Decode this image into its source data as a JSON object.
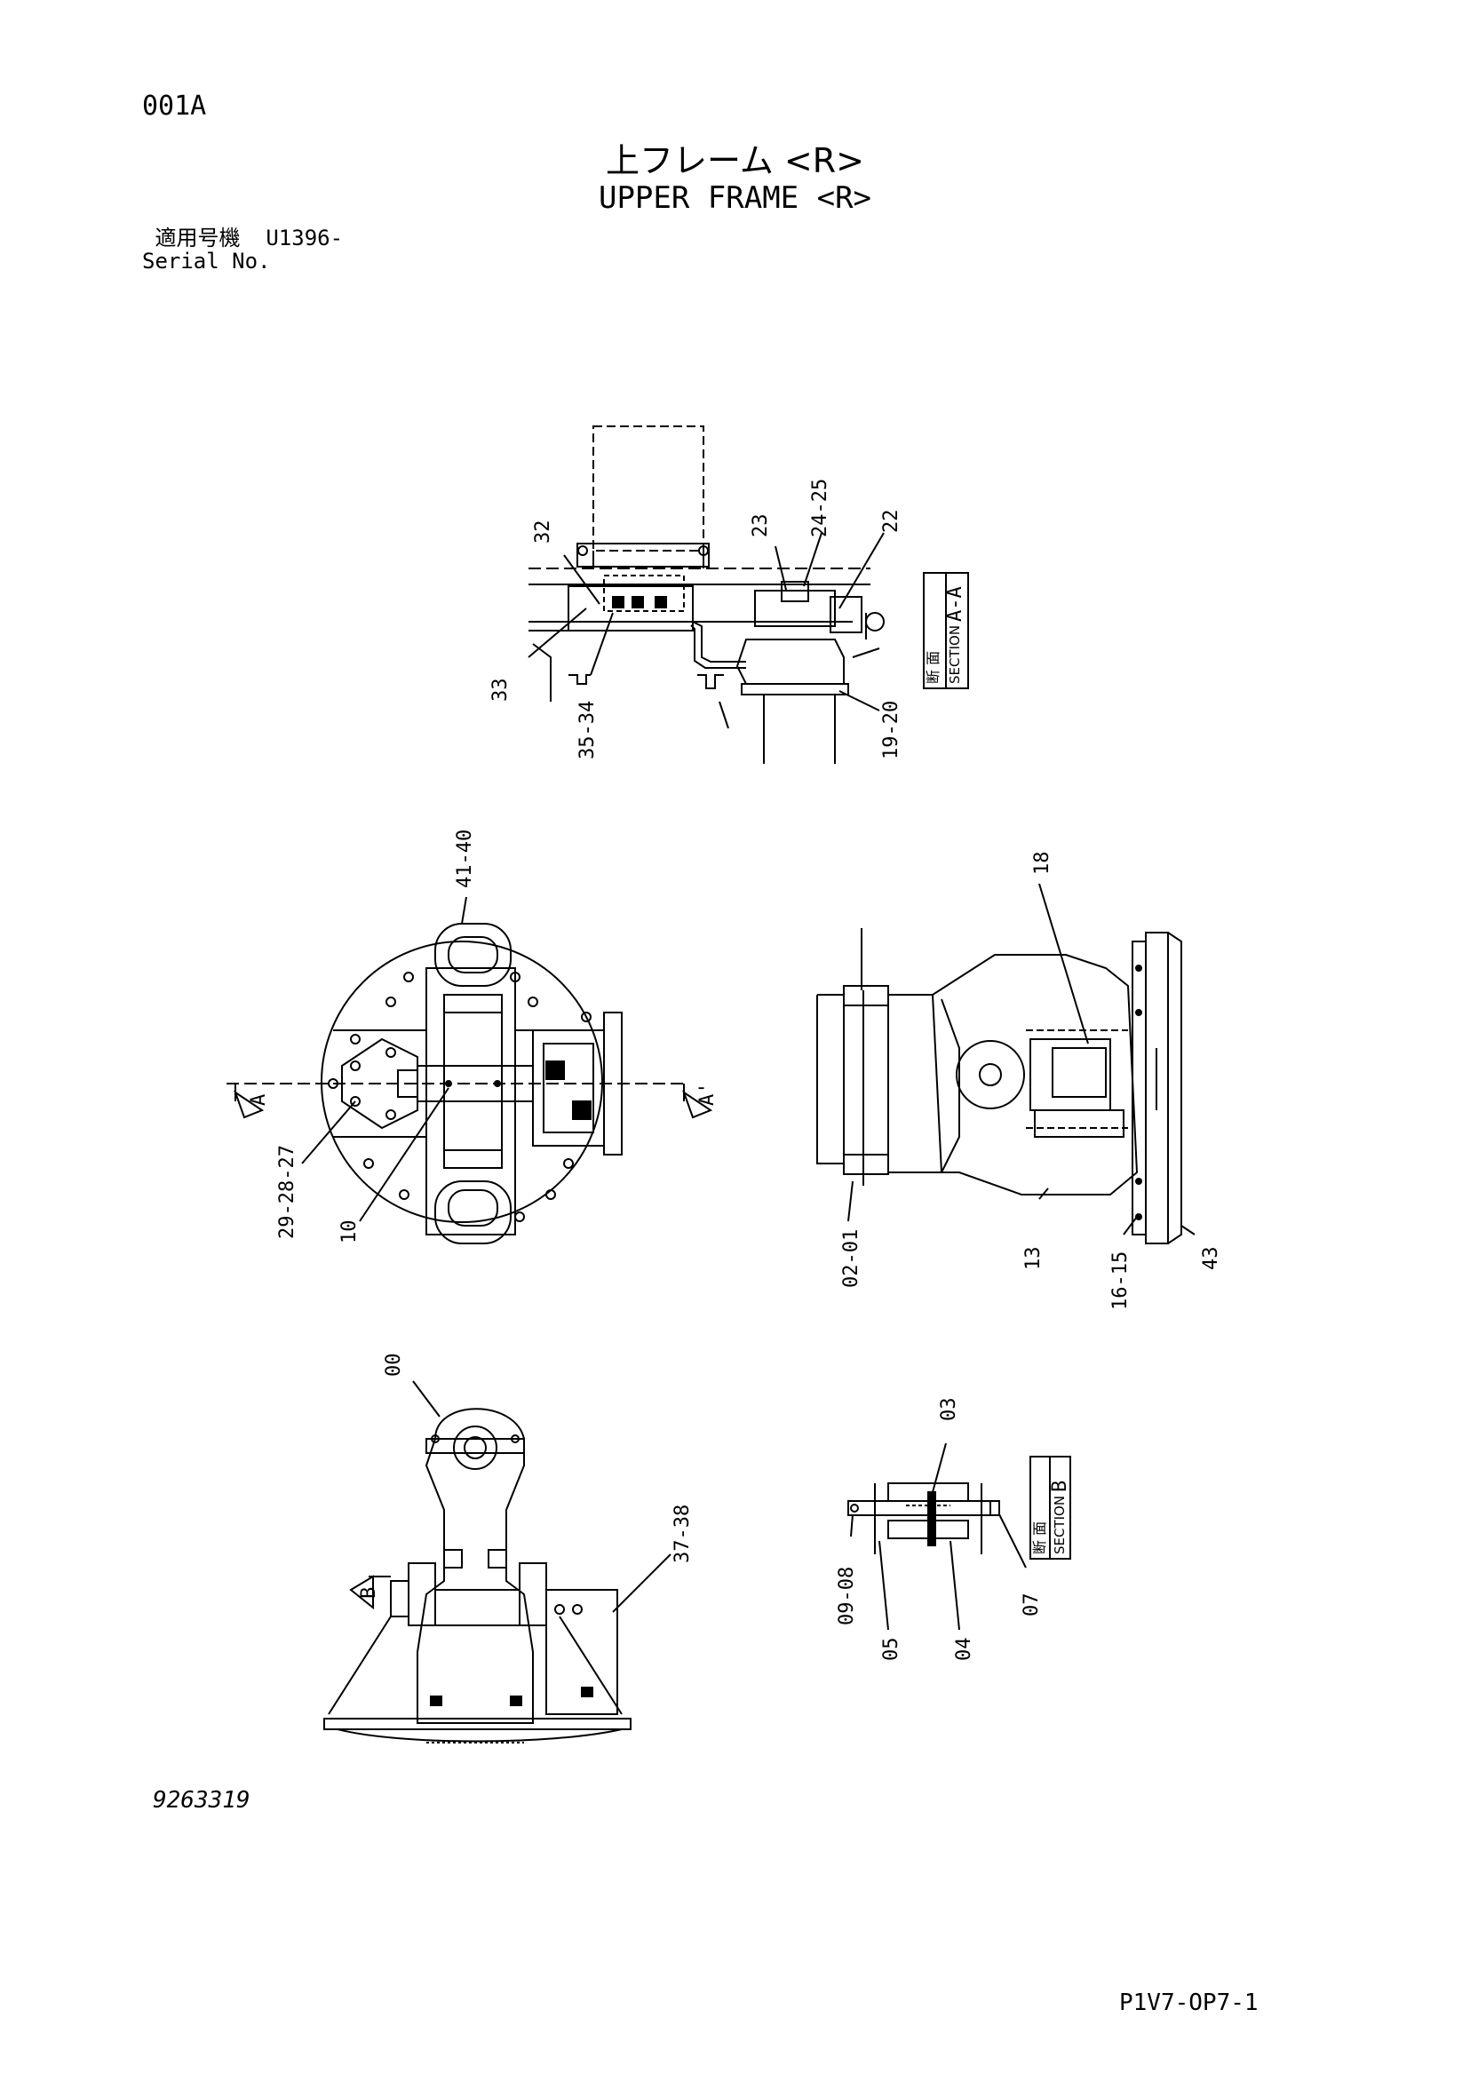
{
  "header": {
    "page_code": "001A",
    "title_jp": "上フレーム <R>",
    "title_en": "UPPER FRAME <R>",
    "serial_label_jp": "適用号機",
    "serial_value": "U1396-",
    "serial_label_en": "Serial No."
  },
  "footer": {
    "drawing_number": "9263319",
    "sheet_code": "P1V7-OP7-1"
  },
  "sections": {
    "aa": {
      "jp": "断 面",
      "en": "SECTION",
      "letter": "A-A"
    },
    "b": {
      "jp": "断 面",
      "en": "SECTION",
      "letter": "B"
    }
  },
  "markers": {
    "a_left": "A",
    "a_right": "A'",
    "b": "B"
  },
  "callouts": {
    "c32": "32",
    "c23": "23",
    "c24_25": "24-25",
    "c22": "22",
    "c33": "33",
    "c35_34": "35-34",
    "c19_20": "19-20",
    "c41_40": "41-40",
    "c18": "18",
    "c29_28_27": "29-28-27",
    "c10": "10",
    "c02_01": "02-01",
    "c13": "13",
    "c16_15": "16-15",
    "c43": "43",
    "c00": "00",
    "c03": "03",
    "c37_38": "37-38",
    "c09_08": "09-08",
    "c05": "05",
    "c04": "04",
    "c07": "07"
  }
}
